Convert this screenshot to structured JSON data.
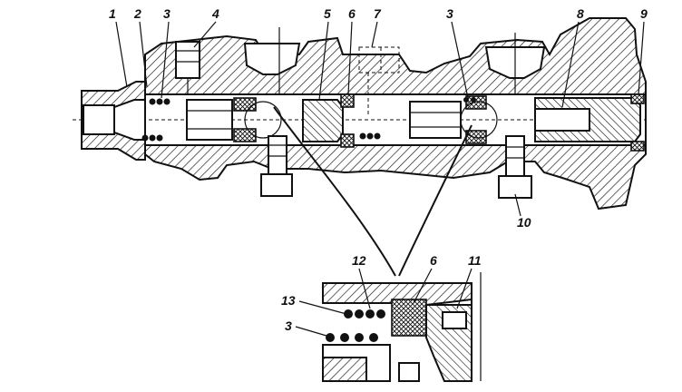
{
  "labels": {
    "l1": "1",
    "l2": "2",
    "l3a": "3",
    "l4": "4",
    "l5": "5",
    "l6a": "6",
    "l7": "7",
    "l3b": "3",
    "l8": "8",
    "l9": "9",
    "l10": "10",
    "l12": "12",
    "l6b": "6",
    "l11": "11",
    "l13": "13",
    "l3c": "3"
  }
}
